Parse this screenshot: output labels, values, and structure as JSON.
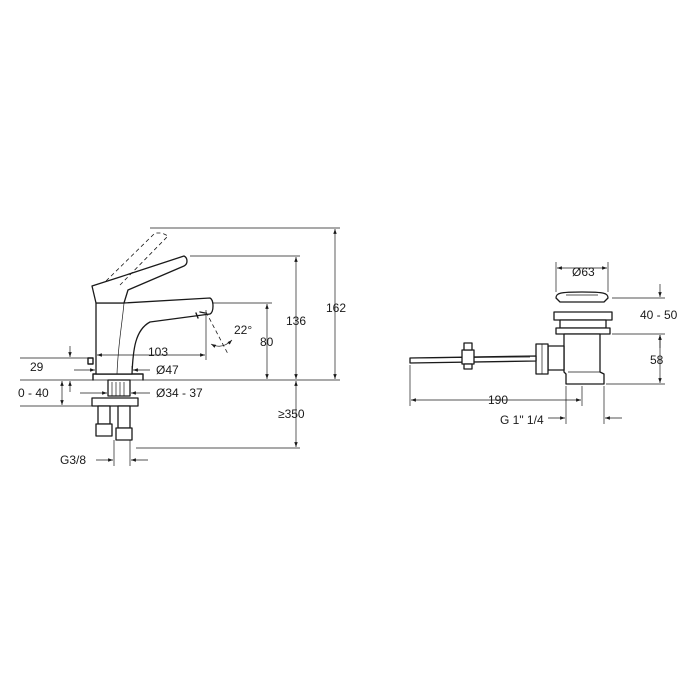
{
  "faucet": {
    "dim_162": "162",
    "dim_136": "136",
    "dim_80": "80",
    "dim_22deg": "22°",
    "dim_103": "103",
    "dim_29": "29",
    "dim_d47": "Ø47",
    "dim_0_40": "0 - 40",
    "dim_d34_37": "Ø34 - 37",
    "dim_350": "≥350",
    "dim_g38": "G3/8"
  },
  "drain": {
    "dim_d63": "Ø63",
    "dim_40_50": "40 - 50",
    "dim_58": "58",
    "dim_190": "190",
    "dim_g114": "G 1\" 1/4"
  },
  "colors": {
    "line": "#1a1a1a",
    "background": "#ffffff"
  }
}
